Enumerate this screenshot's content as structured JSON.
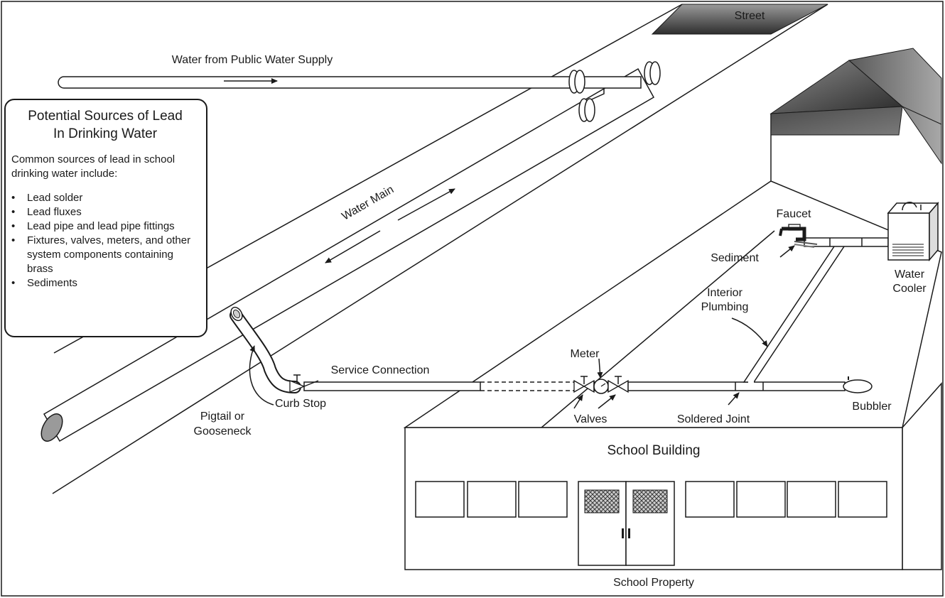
{
  "labels": {
    "street": "Street",
    "water_supply": "Water from Public Water Supply",
    "water_main": "Water Main",
    "faucet": "Faucet",
    "sediment": "Sediment",
    "water_cooler_line1": "Water",
    "water_cooler_line2": "Cooler",
    "interior_plumbing_line1": "Interior",
    "interior_plumbing_line2": "Plumbing",
    "meter": "Meter",
    "service_connection": "Service Connection",
    "curb_stop": "Curb Stop",
    "pigtail_line1": "Pigtail or",
    "pigtail_line2": "Gooseneck",
    "valves": "Valves",
    "soldered_joint": "Soldered Joint",
    "bubbler": "Bubbler",
    "school_building": "School Building",
    "school_property": "School Property"
  },
  "info_box": {
    "title_line1": "Potential Sources of Lead",
    "title_line2": "In Drinking Water",
    "intro": "Common sources of lead in school drinking water include:",
    "bullet": "•",
    "items": [
      "Lead solder",
      "Lead fluxes",
      "Lead pipe and lead pipe fittings",
      "Fixtures, valves, meters, and other system components containing brass",
      "Sediments"
    ]
  },
  "colors": {
    "line": "#1a1a1a",
    "roof_dark": "#3c3c3c",
    "roof_mid": "#8a8a8a",
    "pipe_end": "#9a9a9a"
  }
}
